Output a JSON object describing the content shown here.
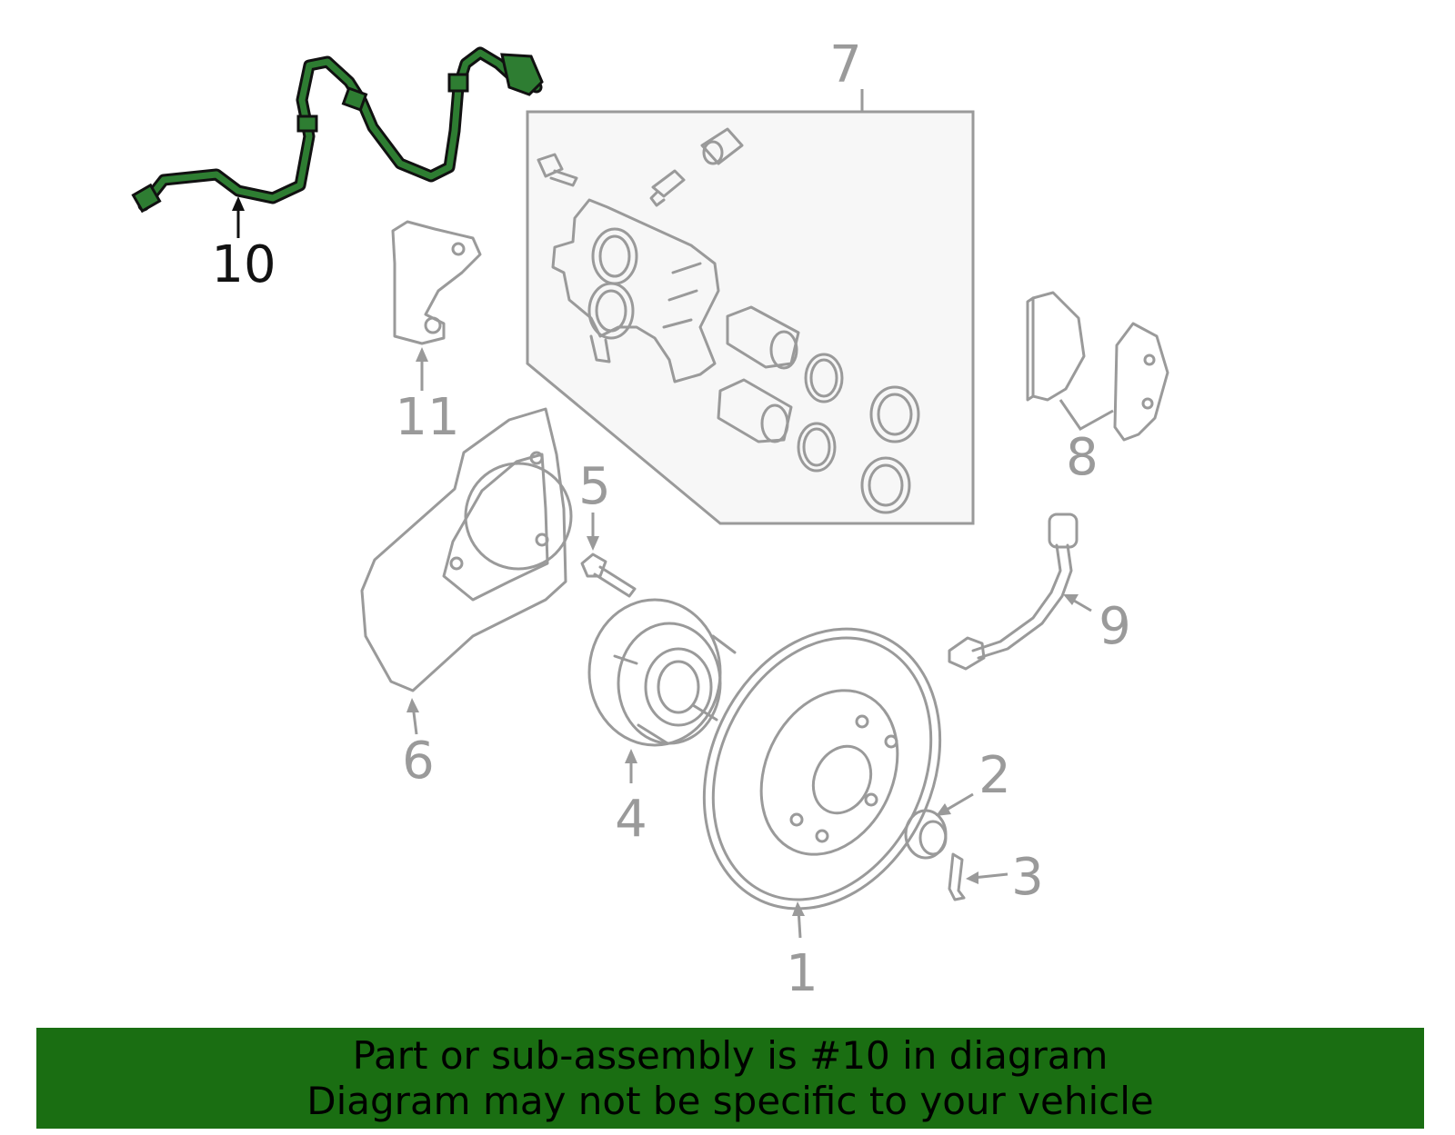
{
  "callouts": {
    "c1": "1",
    "c2": "2",
    "c3": "3",
    "c4": "4",
    "c5": "5",
    "c6": "6",
    "c7": "7",
    "c8": "8",
    "c9": "9",
    "c10": "10",
    "c11": "11"
  },
  "highlighted_part": "10",
  "colors": {
    "highlight": "#2e7d32",
    "banner": "#1a6e12",
    "parts": "#9a9a9a"
  },
  "banner": {
    "line1": "Part or sub-assembly is #10 in diagram",
    "line2": "Diagram may not be specific to your vehicle"
  }
}
